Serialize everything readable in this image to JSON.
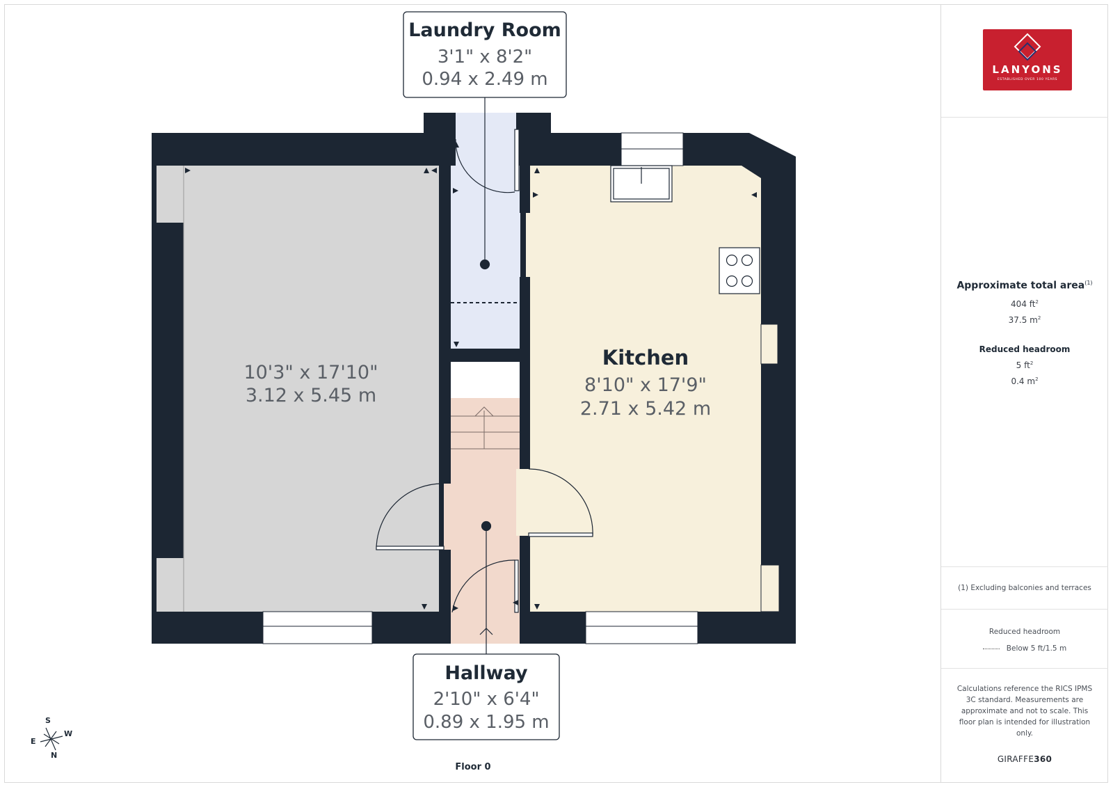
{
  "colors": {
    "wall": "#1c2633",
    "living": "#d6d6d6",
    "laundry": "#e4e9f6",
    "kitchen": "#f7f0dc",
    "hallway": "#f2d9cc",
    "brand_red": "#c8202f"
  },
  "rooms": [
    {
      "id": "living",
      "name": "",
      "imperial": "10'3\" x 17'10\"",
      "metric": "3.12 x 5.45 m"
    },
    {
      "id": "laundry",
      "name": "Laundry Room",
      "imperial": "3'1\" x 8'2\"",
      "metric": "0.94 x 2.49 m"
    },
    {
      "id": "kitchen",
      "name": "Kitchen",
      "imperial": "8'10\" x 17'9\"",
      "metric": "2.71 x 5.42 m"
    },
    {
      "id": "hallway",
      "name": "Hallway",
      "imperial": "2'10\" x 6'4\"",
      "metric": "0.89 x 1.95 m"
    }
  ],
  "compass": {
    "s": "S",
    "w": "W",
    "e": "E",
    "n": "N"
  },
  "floor_label": "Floor 0",
  "sidebar": {
    "logo_text": "LANYONS",
    "logo_tagline": "ESTABLISHED OVER 100 YEARS",
    "area_title": "Approximate total area",
    "area_mark": "(1)",
    "area_ft": "404 ft",
    "area_m": "37.5 m",
    "reduced_title": "Reduced headroom",
    "reduced_ft": "5 ft",
    "reduced_m": "0.4 m",
    "sq": "2",
    "footnote": "(1) Excluding balconies and terraces",
    "legend_title": "Reduced headroom",
    "legend_label": "Below 5 ft/1.5 m",
    "calc_note": "Calculations reference the RICS IPMS 3C standard. Measurements are approximate and not to scale. This floor plan is intended for illustration only.",
    "brand_a": "GIRAFFE",
    "brand_b": "360"
  }
}
